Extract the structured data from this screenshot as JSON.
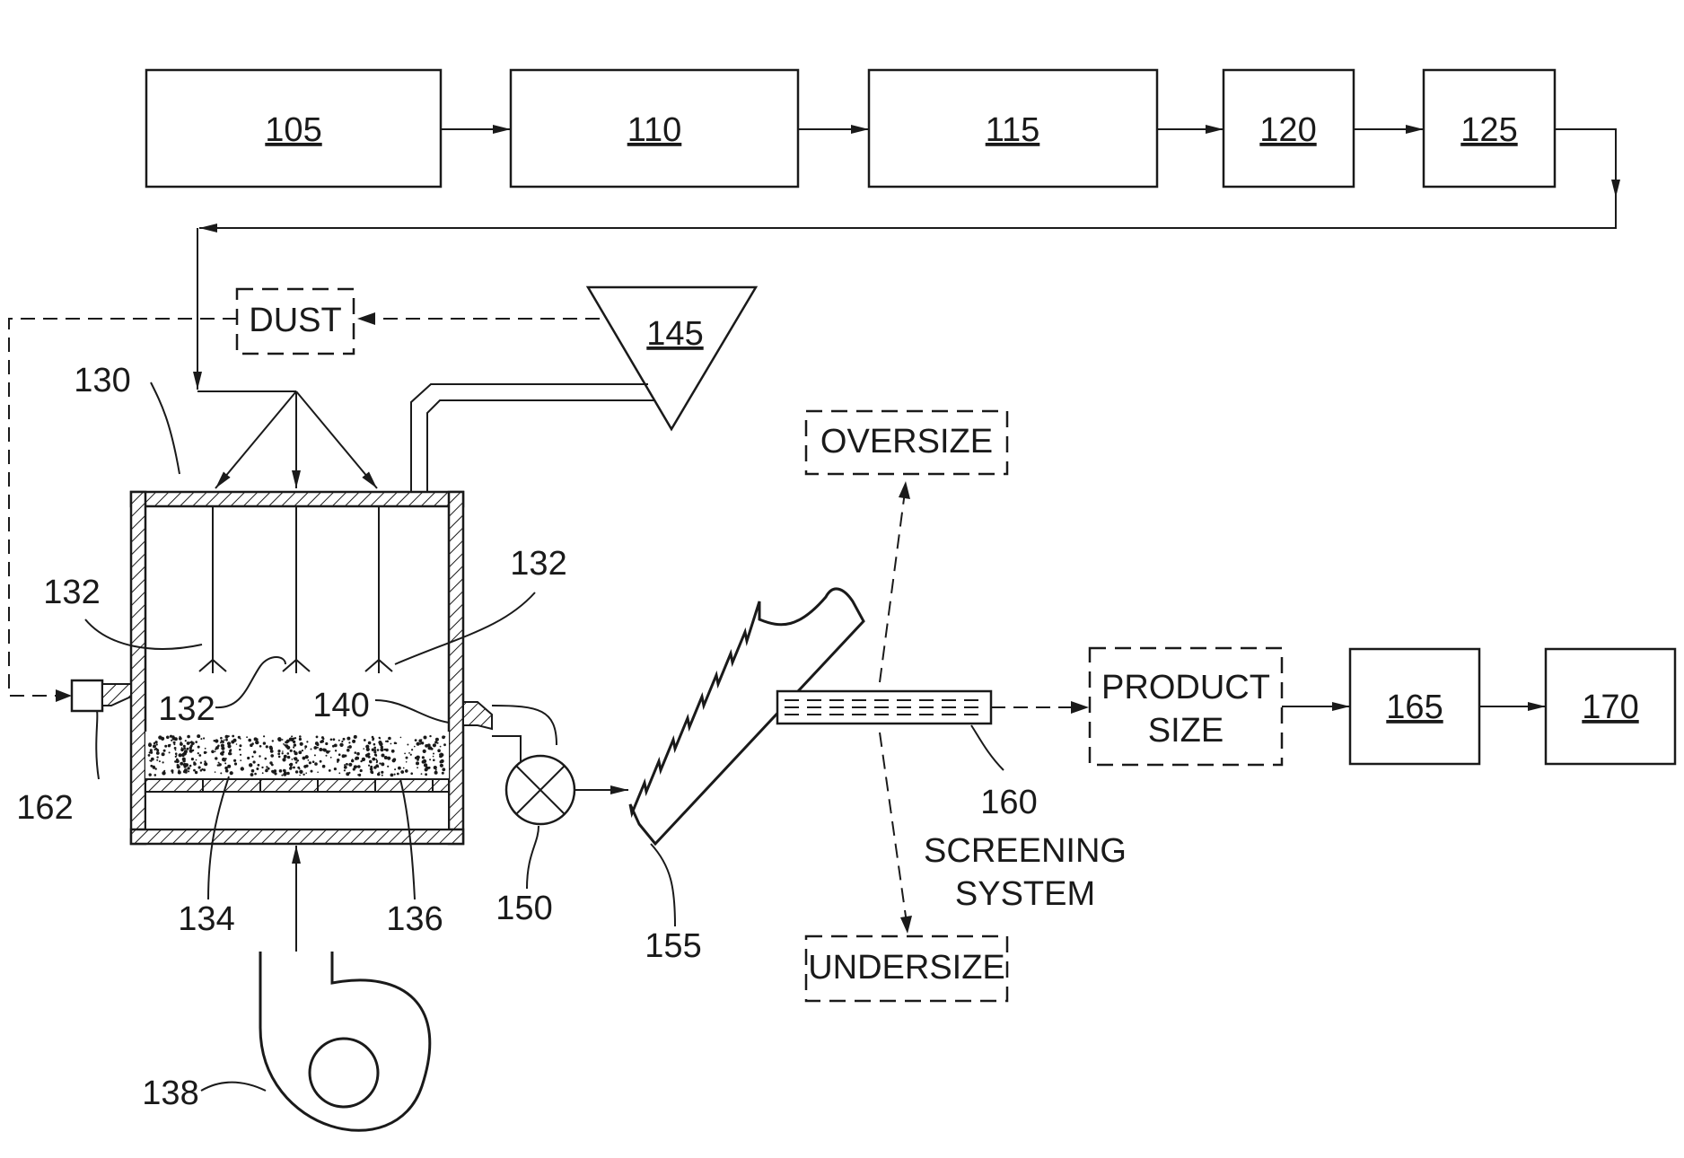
{
  "flow_boxes": {
    "b105": "105",
    "b110": "110",
    "b115": "115",
    "b120": "120",
    "b125": "125",
    "b165": "165",
    "b170": "170"
  },
  "labels": {
    "dust": "DUST",
    "oversize": "OVERSIZE",
    "undersize": "UNDERSIZE",
    "product_line1": "PRODUCT",
    "product_line2": "SIZE",
    "screening_line1": "SCREENING",
    "screening_line2": "SYSTEM"
  },
  "refs": {
    "r130": "130",
    "r132a": "132",
    "r132b": "132",
    "r132c": "132",
    "r134": "134",
    "r136": "136",
    "r138": "138",
    "r140": "140",
    "r145": "145",
    "r150": "150",
    "r155": "155",
    "r160": "160",
    "r162": "162"
  }
}
